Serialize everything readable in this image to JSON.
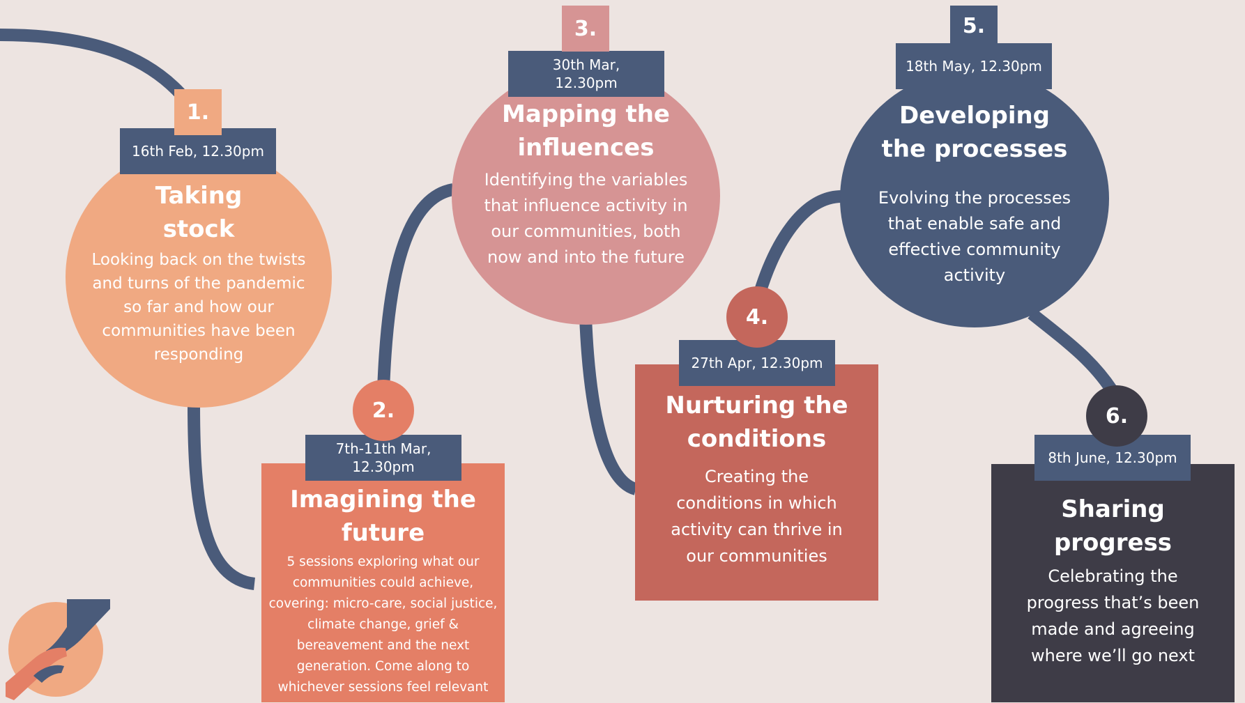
{
  "steps": [
    {
      "number": "1.",
      "date": "16th Feb, 12.30pm",
      "title_line1": "Taking",
      "title_line2": "stock",
      "description": "Looking back on the twists and turns of the pandemic so far and how our communities have been responding"
    },
    {
      "number": "2.",
      "date_line1": "7th-11th Mar,",
      "date_line2": "12.30pm",
      "title_line1": "Imagining the",
      "title_line2": "future",
      "description": "5 sessions exploring what our communities could achieve, covering: micro-care, social justice, climate change, grief & bereavement and the next generation. Come along to whichever sessions feel relevant"
    },
    {
      "number": "3.",
      "date_line1": "30th Mar,",
      "date_line2": "12.30pm",
      "title_line1": "Mapping the",
      "title_line2": "influences",
      "description": "Identifying the variables that influence activity in our communities, both now and into the future"
    },
    {
      "number": "4.",
      "date": "27th Apr, 12.30pm",
      "title_line1": "Nurturing the",
      "title_line2": "conditions",
      "description": "Creating the conditions in which activity can thrive in our communities"
    },
    {
      "number": "5.",
      "date": "18th May, 12.30pm",
      "title_line1": "Developing",
      "title_line2": "the processes",
      "description": "Evolving the processes that enable safe and effective community activity"
    },
    {
      "number": "6.",
      "date": "8th June, 12.30pm",
      "title_line1": "Sharing",
      "title_line2": "progress",
      "description": "Celebrating the progress that’s been made and agreeing where we’ll go next"
    }
  ],
  "colors": {
    "background": "#ede4e1",
    "path": "#4a5b7a",
    "step1": "#f0a982",
    "step2": "#e47f66",
    "step3": "#d69494",
    "step4": "#c4675c",
    "step5": "#4a5b7a",
    "step6": "#3e3c47",
    "date_tab": "#4a5b7a"
  },
  "logo": {
    "icon": "hands-icon"
  }
}
